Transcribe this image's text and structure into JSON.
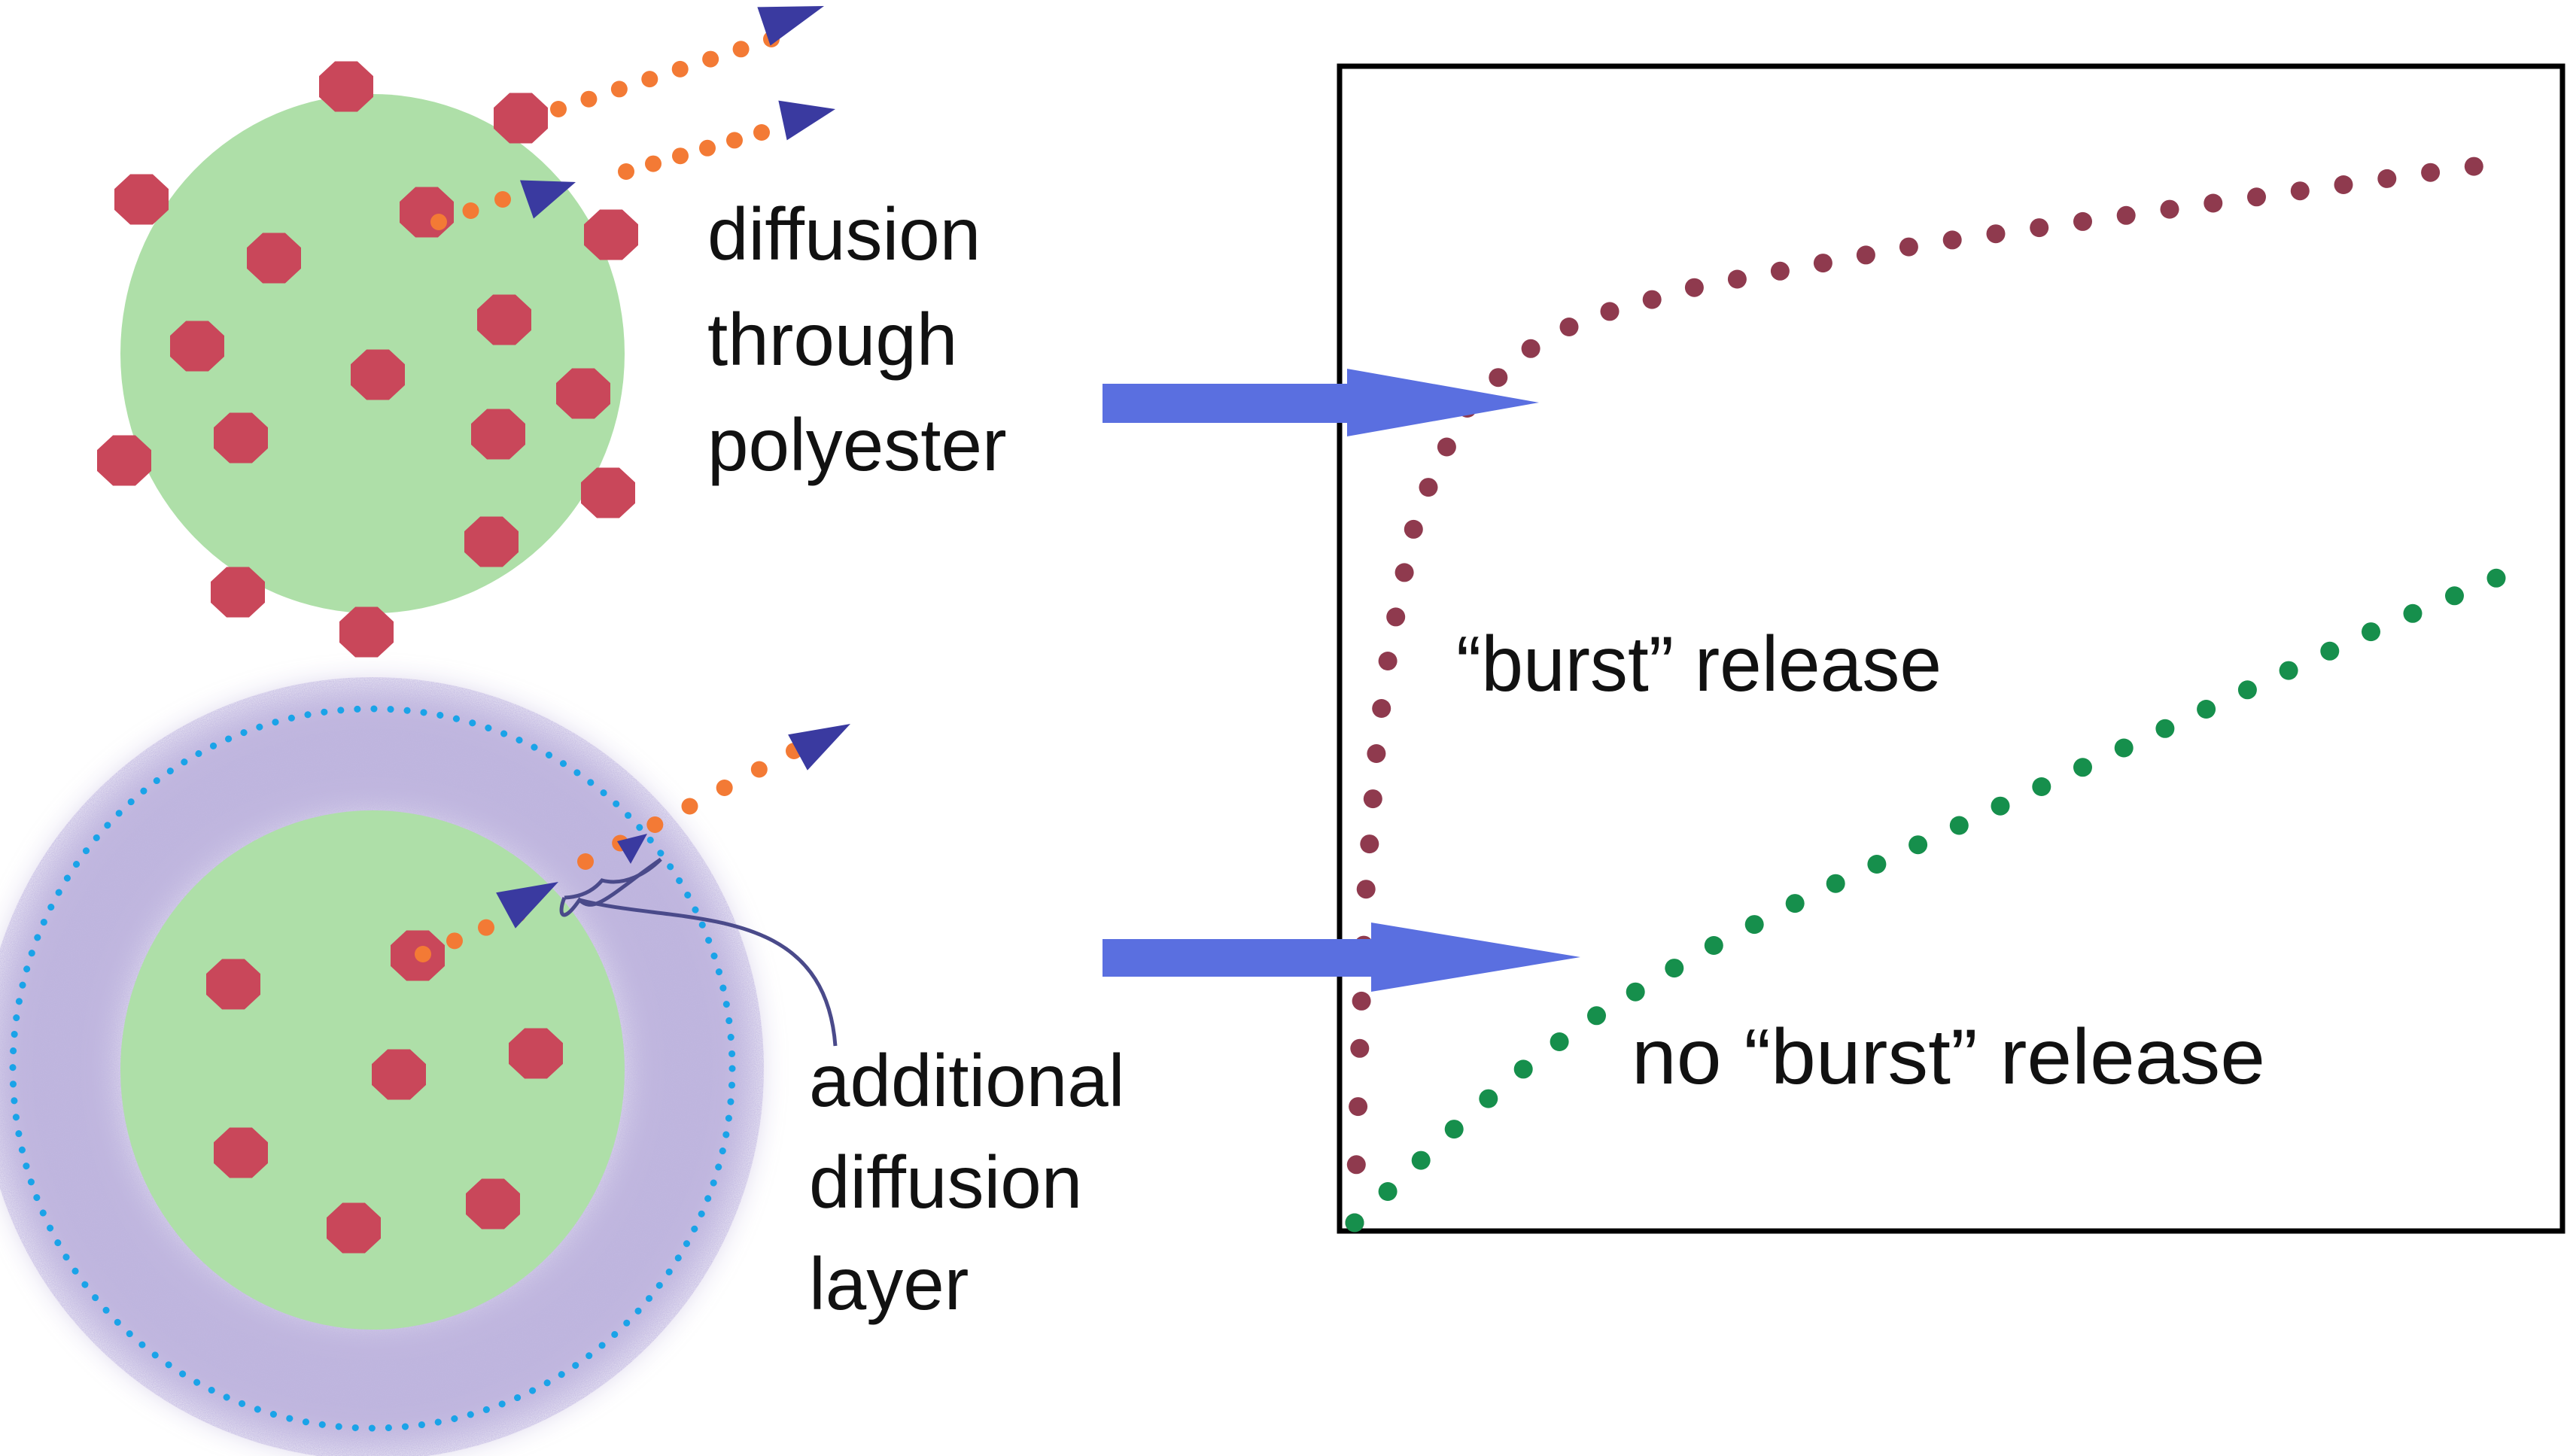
{
  "labels": {
    "top_line1": "diffusion",
    "top_line2": "through",
    "top_line3": "polyester",
    "bottom_line1": "additional",
    "bottom_line2": "diffusion",
    "bottom_line3": "layer",
    "burst": "“burst” release",
    "no_burst": "no “burst” release"
  },
  "colors": {
    "particle_core": "#aedfa8",
    "drug": "#c9475a",
    "diffusion_dots": "#f37a35",
    "direction_arrowhead": "#3a3aa0",
    "connector_arrow": "#5a6fe0",
    "shell_haze": "#8878c0",
    "shell_outline_dots": "#1aa3e8",
    "layer_pointer_line": "#4a4a8a",
    "burst_curve": "#8f3a4e",
    "no_burst_curve": "#168f4c",
    "frame": "#000000"
  },
  "icons": {
    "drug_molecule": "octagon",
    "diffusion_direction": "triangle-arrowhead",
    "connector": "block-arrow-right"
  },
  "chart_data": {
    "type": "line",
    "title": "",
    "xlabel": "",
    "ylabel": "",
    "xlim": [
      0,
      1
    ],
    "ylim": [
      0,
      1
    ],
    "grid": false,
    "axis_ticks": false,
    "series": [
      {
        "name": "“burst” release",
        "style": "dotted",
        "x": [
          0.0,
          0.005,
          0.01,
          0.02,
          0.03,
          0.05,
          0.07,
          0.1,
          0.15,
          0.2,
          0.3,
          0.4,
          0.5,
          0.6,
          0.7,
          0.8,
          0.9,
          1.0
        ],
        "y": [
          0.0,
          0.18,
          0.31,
          0.45,
          0.53,
          0.64,
          0.7,
          0.76,
          0.81,
          0.84,
          0.87,
          0.89,
          0.91,
          0.925,
          0.94,
          0.955,
          0.97,
          0.985
        ]
      },
      {
        "name": "no “burst” release",
        "style": "dotted",
        "x": [
          0.0,
          0.02,
          0.05,
          0.1,
          0.15,
          0.2,
          0.3,
          0.4,
          0.5,
          0.6,
          0.7,
          0.8,
          0.9,
          1.0
        ],
        "y": [
          0.0,
          0.02,
          0.05,
          0.1,
          0.145,
          0.185,
          0.25,
          0.305,
          0.355,
          0.405,
          0.455,
          0.505,
          0.555,
          0.6
        ]
      }
    ]
  }
}
